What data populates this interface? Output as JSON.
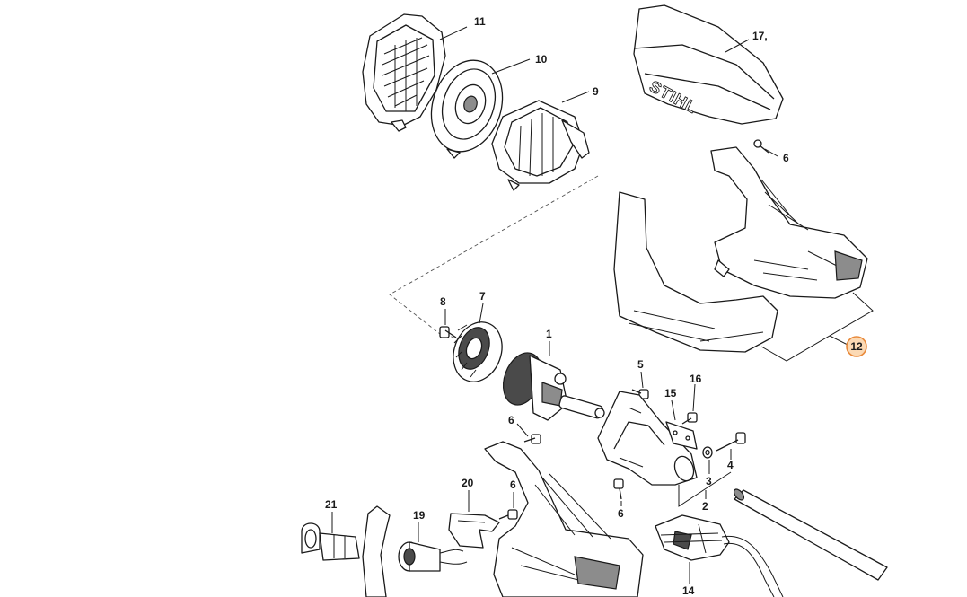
{
  "diagram": {
    "part_labels": {
      "p1": "1",
      "p2": "2",
      "p3": "3",
      "p4": "4",
      "p5": "5",
      "p6a": "6",
      "p6b": "6",
      "p6c": "6",
      "p6d": "6",
      "p7": "7",
      "p8": "8",
      "p9": "9",
      "p10": "10",
      "p11": "11",
      "p12": "12",
      "p14": "14",
      "p15": "15",
      "p16": "16",
      "p17": "17,",
      "p19": "19",
      "p20": "20",
      "p21": "21"
    },
    "logo_text": "STIHL",
    "colors": {
      "highlight_fill": "#fbd9b4",
      "highlight_stroke": "#e8893a",
      "line": "#1a1a1a"
    }
  }
}
